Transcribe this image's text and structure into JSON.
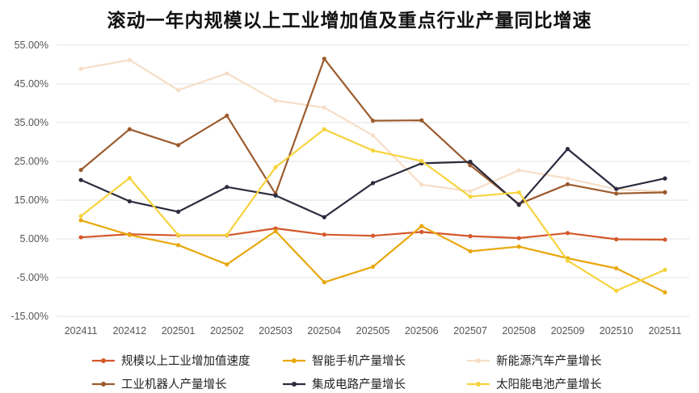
{
  "chart_data": {
    "type": "line",
    "title": "滚动一年内规模以上工业增加值及重点行业产量同比增速",
    "categories": [
      "202411",
      "202412",
      "202501",
      "202502",
      "202503",
      "202504",
      "202505",
      "202506",
      "202507",
      "202508",
      "202509",
      "202510",
      "202511"
    ],
    "y_ticks": [
      "55.00%",
      "45.00%",
      "35.00%",
      "25.00%",
      "15.00%",
      "5.00%",
      "-5.00%",
      "-15.00%"
    ],
    "ylim": [
      -15,
      55
    ],
    "grid": true,
    "legend_position": "bottom",
    "series": [
      {
        "name": "规模以上工业增加值速度",
        "color": "#D4582A",
        "values": [
          5.4,
          6.2,
          5.9,
          5.9,
          7.7,
          6.1,
          5.8,
          6.8,
          5.7,
          5.2,
          6.5,
          4.9,
          4.8
        ]
      },
      {
        "name": "智能手机产量增长",
        "color": "#E8A80E",
        "values": [
          9.8,
          6.0,
          3.4,
          -1.6,
          7.0,
          -6.2,
          -2.2,
          8.3,
          1.8,
          3.0,
          0.0,
          -2.6,
          -8.8
        ]
      },
      {
        "name": "新能源汽车产量增长",
        "color": "#F6DEC6",
        "values": [
          48.9,
          51.2,
          43.4,
          47.7,
          40.7,
          38.9,
          31.7,
          19.0,
          17.3,
          22.7,
          20.6,
          17.8,
          17.2
        ]
      },
      {
        "name": "工业机器人产量增长",
        "color": "#9C5B2E",
        "values": [
          22.8,
          33.3,
          29.2,
          36.8,
          16.6,
          51.5,
          35.5,
          35.6,
          24.0,
          14.0,
          19.1,
          16.7,
          17.0
        ]
      },
      {
        "name": "集成电路产量增长",
        "color": "#2C2B3E",
        "values": [
          20.2,
          14.7,
          12.0,
          18.4,
          16.2,
          10.6,
          19.4,
          24.5,
          24.9,
          13.8,
          28.2,
          17.9,
          20.6
        ]
      },
      {
        "name": "太阳能电池产量增长",
        "color": "#F6D33D",
        "values": [
          10.9,
          20.7,
          6.0,
          6.0,
          23.5,
          33.3,
          27.8,
          25.1,
          15.9,
          17.0,
          -0.6,
          -8.4,
          -3.0
        ]
      }
    ]
  }
}
